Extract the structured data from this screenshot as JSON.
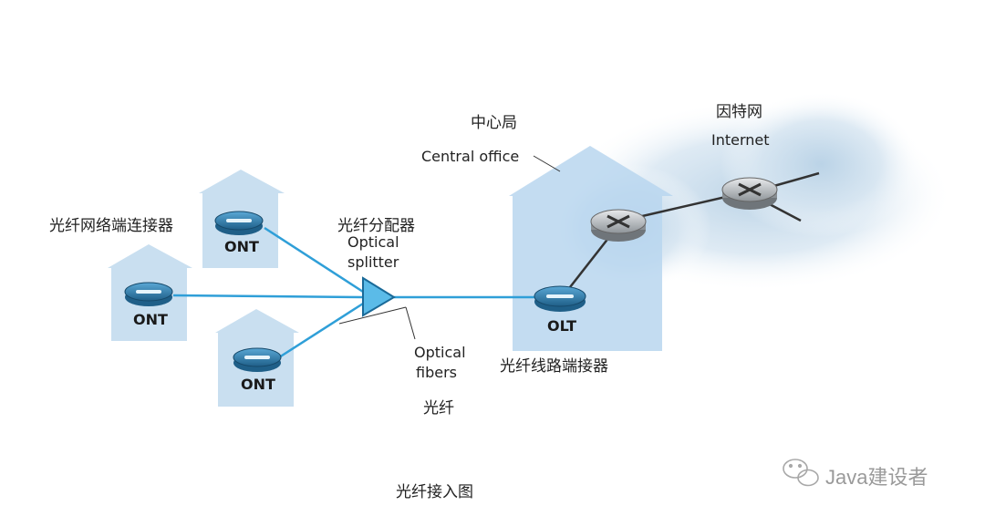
{
  "labels": {
    "central_office_zh": "中心局",
    "central_office_en": "Central office",
    "internet_zh": "因特网",
    "internet_en": "Internet",
    "ont_connector_zh": "光纤网络端连接器",
    "splitter_zh": "光纤分配器",
    "splitter_en_1": "Optical",
    "splitter_en_2": "splitter",
    "fibers_en_1": "Optical",
    "fibers_en_2": "fibers",
    "fibers_zh": "光纤",
    "olt_zh": "光纤线路端接器",
    "caption": "光纤接入图"
  },
  "devices": {
    "ont": "ONT",
    "olt": "OLT"
  },
  "watermark": "Java建设者",
  "colors": {
    "fiber": "#2f9fd8",
    "house": "#c9dff0",
    "splitter": "#5bbbe8",
    "device": "#2d7fb0",
    "cloud": "#d7e6f2"
  }
}
